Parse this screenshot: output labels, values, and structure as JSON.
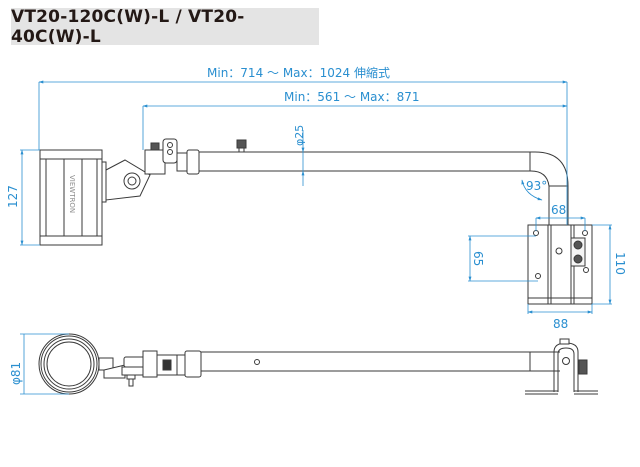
{
  "header": {
    "title": "VT20-120C(W)-L / VT20-40C(W)-L"
  },
  "dimensions": {
    "overall_length": "Min：714 ～ Max：1024 伸縮式",
    "arm_length": "Min：561 ～ Max：871",
    "pipe_diameter": "φ25",
    "head_height": "127",
    "bend_angle": "93°",
    "bracket_hole_pitch_h": "68",
    "bracket_hole_pitch_v": "65",
    "bracket_height": "110",
    "bracket_width": "88",
    "head_diameter": "φ81"
  },
  "labels": {
    "brand": "VIEWTRON"
  },
  "colors": {
    "dimension": "#2a8fd0",
    "outline": "#3a3a3a",
    "title_bg": "#e4e4e4"
  }
}
